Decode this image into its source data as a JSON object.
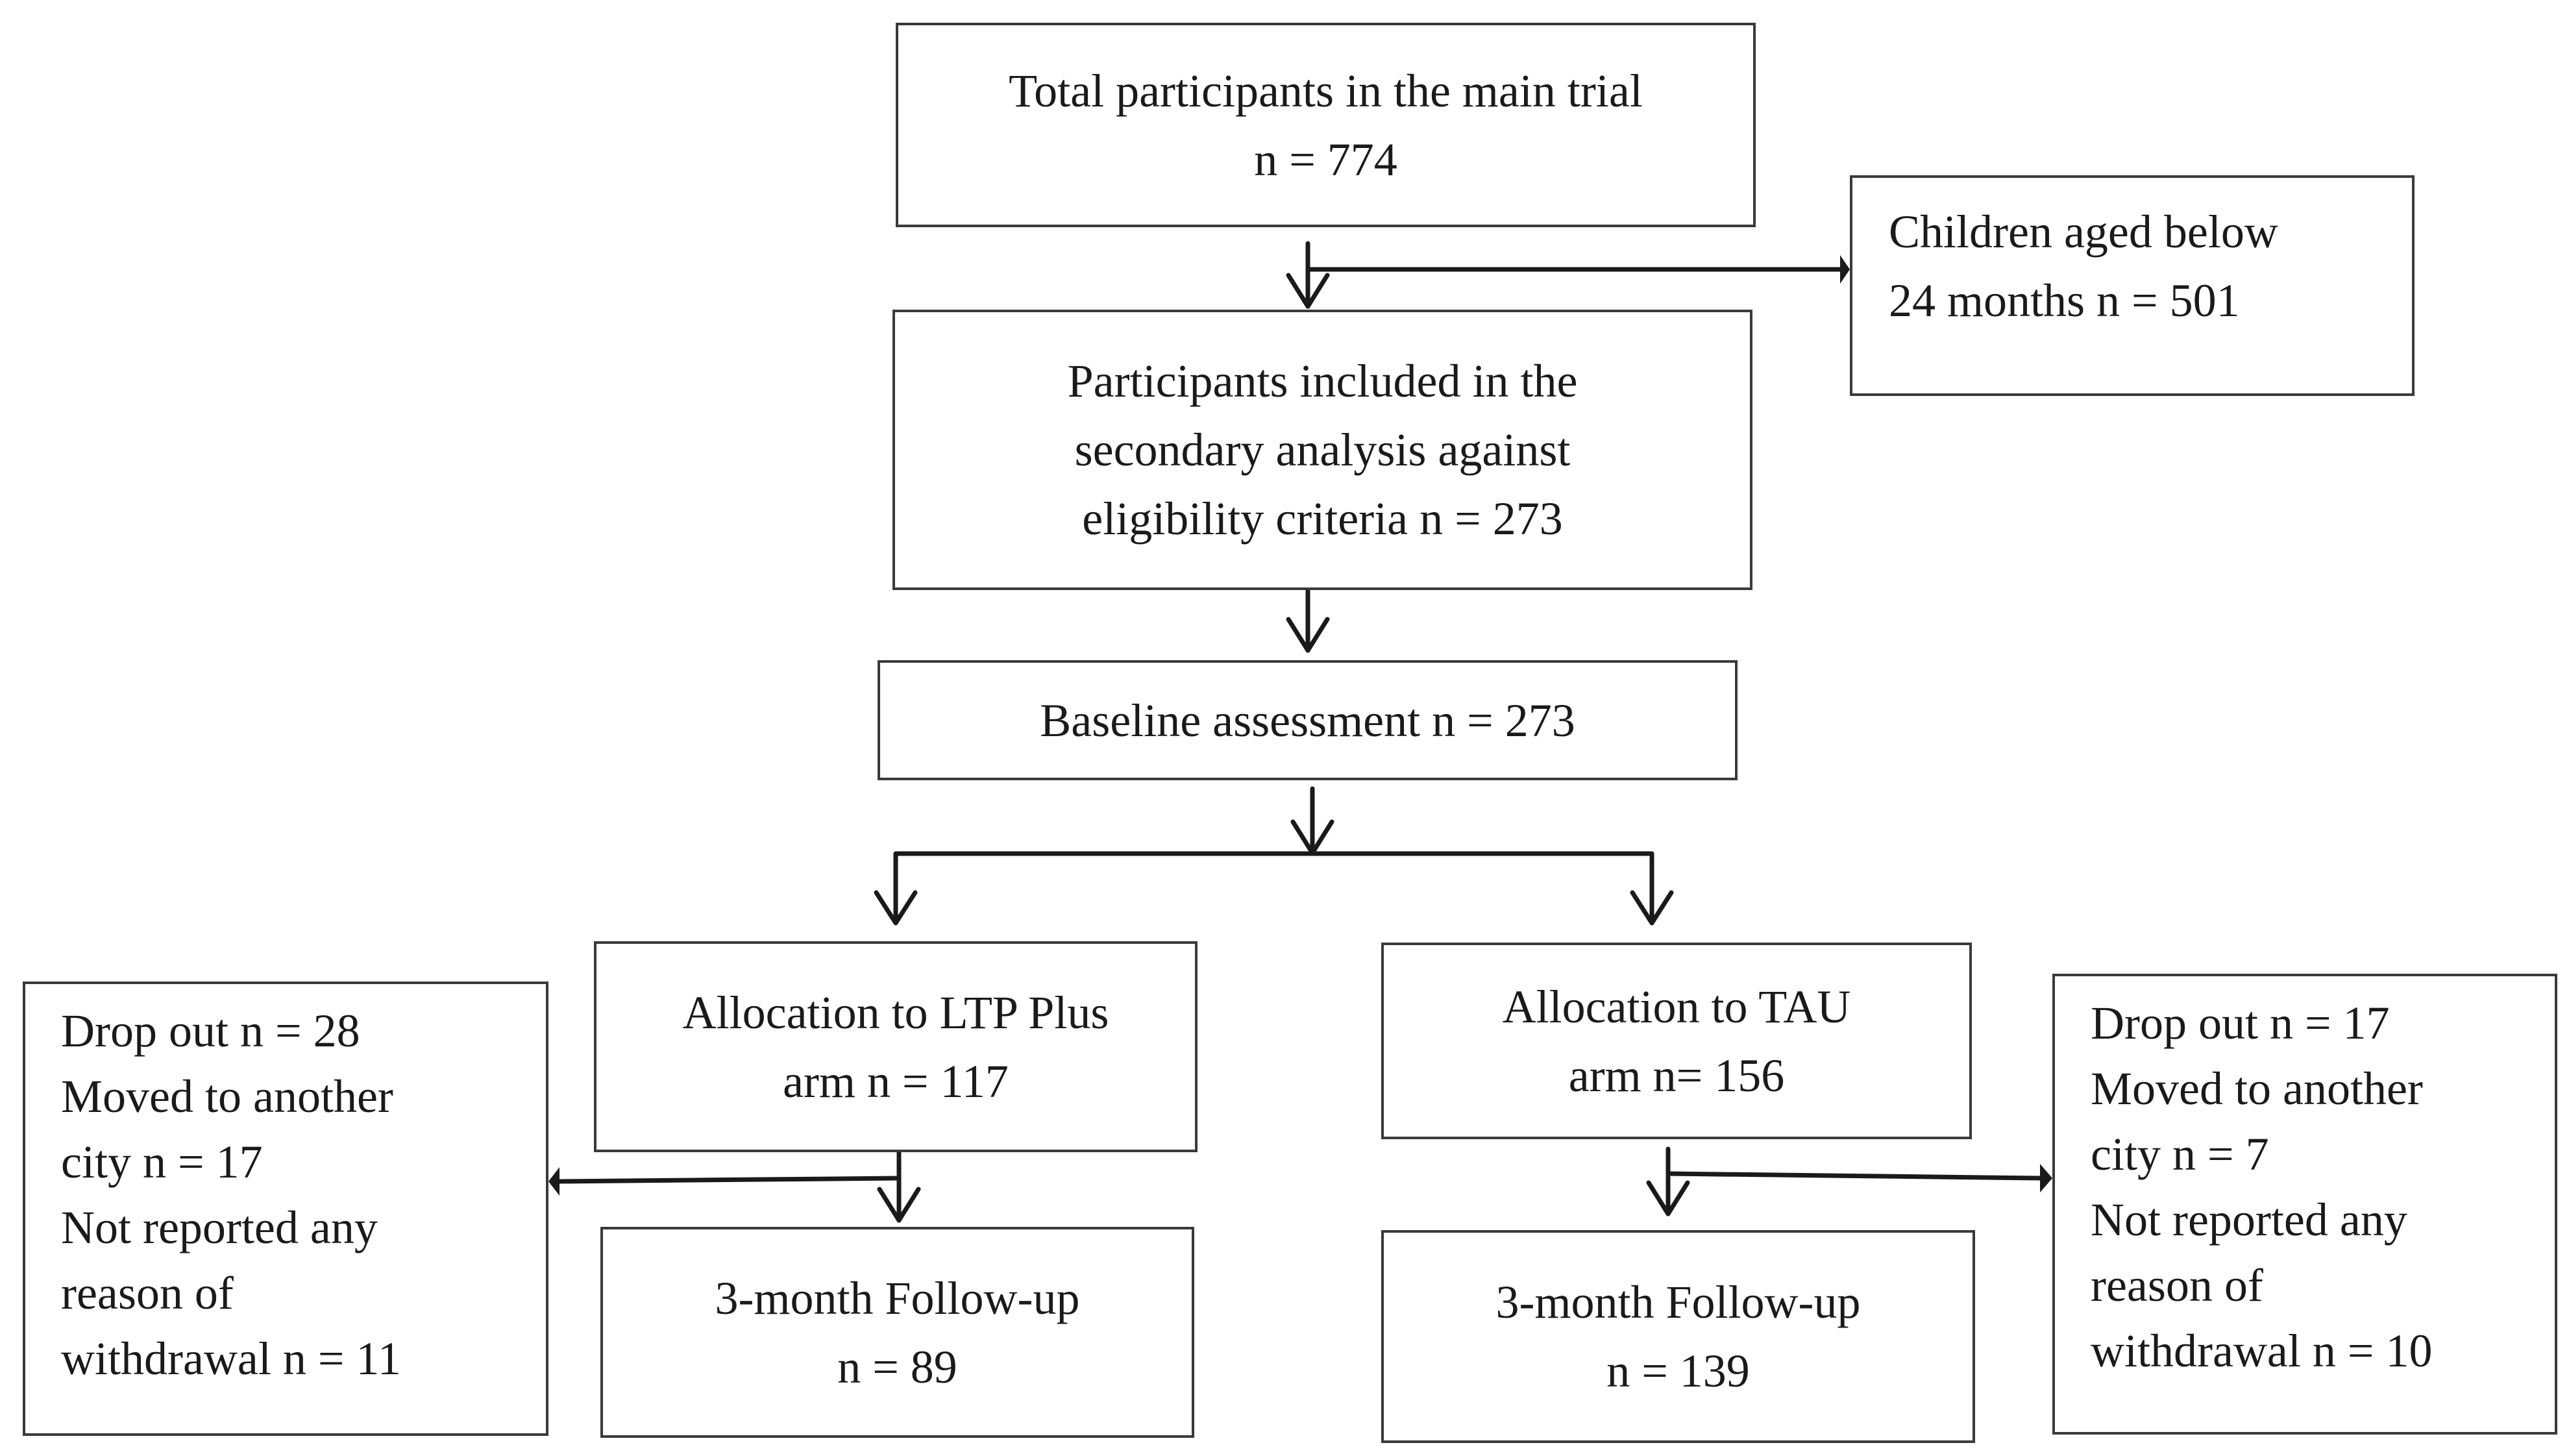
{
  "boxes": {
    "total": {
      "lines": [
        "Total participants in the main trial",
        "n = 774"
      ]
    },
    "excluded": {
      "lines": [
        "Children aged below",
        "24 months n = 501"
      ]
    },
    "included": {
      "lines": [
        "Participants included in the",
        "secondary analysis against",
        "eligibility criteria n = 273"
      ]
    },
    "baseline": {
      "lines": [
        "Baseline assessment n = 273"
      ]
    },
    "ltp": {
      "lines": [
        "Allocation to LTP Plus",
        "arm n = 117"
      ]
    },
    "tau": {
      "lines": [
        "Allocation to TAU",
        "arm n= 156"
      ]
    },
    "ltp_dropout": {
      "lines": [
        "Drop out n = 28",
        "Moved to another",
        "city n = 17",
        "Not reported any",
        "reason of",
        "withdrawal n = 11"
      ]
    },
    "tau_dropout": {
      "lines": [
        "Drop out n = 17",
        "Moved to another",
        "city n = 7",
        "Not reported any",
        "reason of",
        "withdrawal n = 10"
      ]
    },
    "ltp_followup": {
      "lines": [
        "3-month Follow-up",
        "n = 89"
      ]
    },
    "tau_followup": {
      "lines": [
        "3-month Follow-up",
        "n = 139"
      ]
    }
  }
}
